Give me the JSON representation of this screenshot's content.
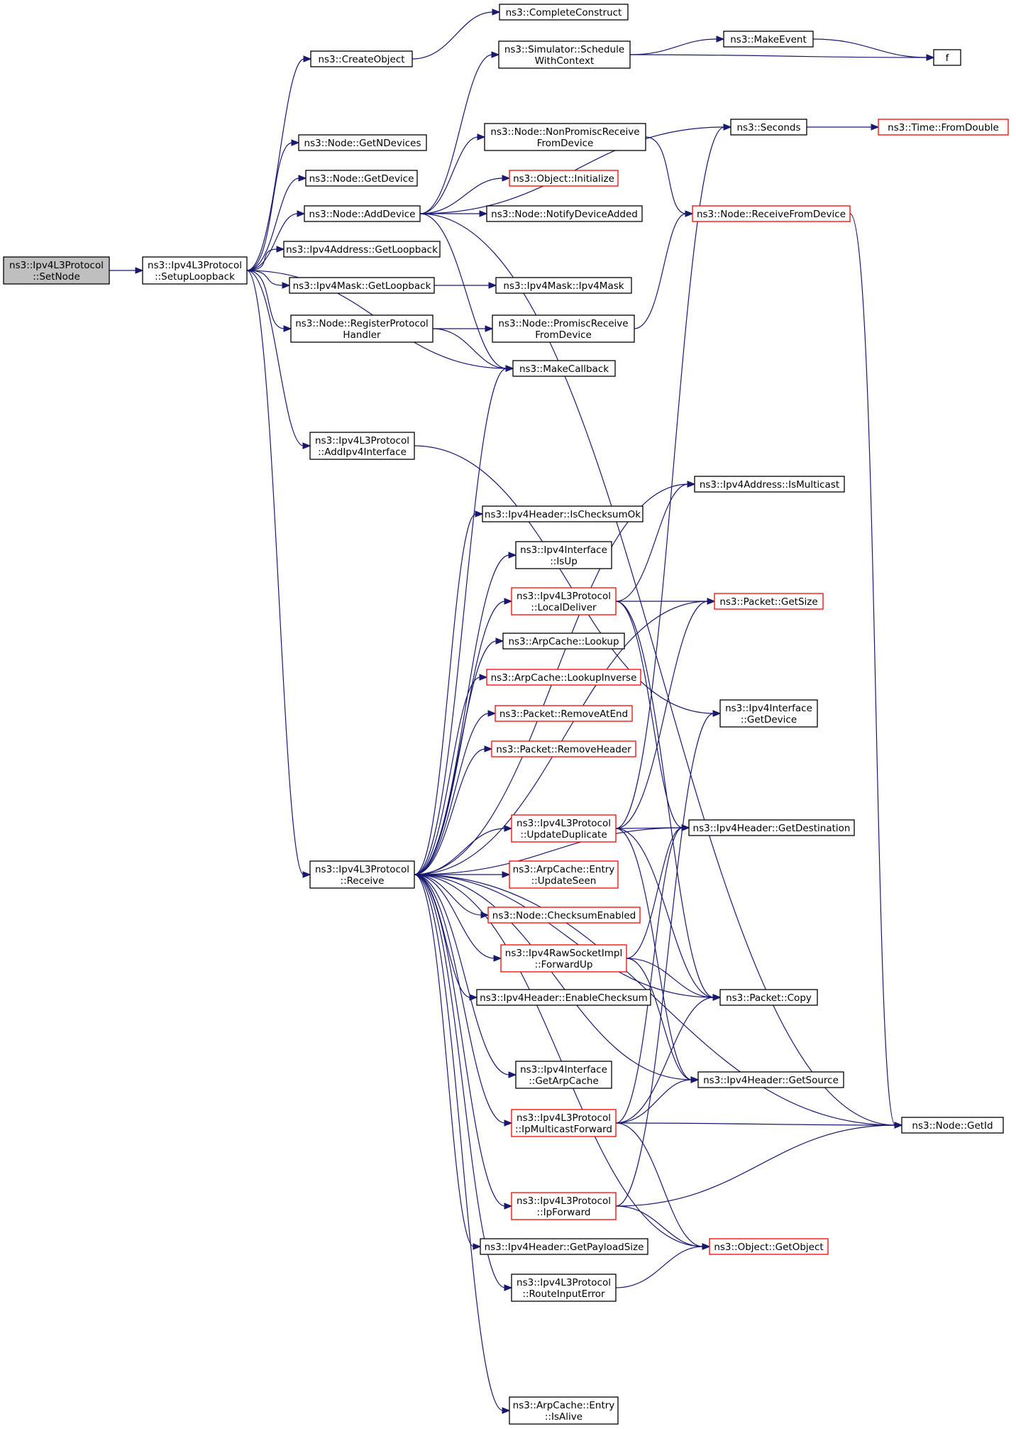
{
  "nodes": [
    {
      "id": "root",
      "lines": [
        "ns3::Ipv4L3Protocol",
        "::SetNode"
      ],
      "style": "root"
    },
    {
      "id": "setup",
      "lines": [
        "ns3::Ipv4L3Protocol",
        "::SetupLoopback"
      ],
      "style": "normal"
    },
    {
      "id": "createobj",
      "lines": [
        "ns3::CreateObject"
      ],
      "style": "normal"
    },
    {
      "id": "complete",
      "lines": [
        "ns3::CompleteConstruct"
      ],
      "style": "normal"
    },
    {
      "id": "schedule",
      "lines": [
        "ns3::Simulator::Schedule",
        "WithContext"
      ],
      "style": "normal"
    },
    {
      "id": "makeevent",
      "lines": [
        "ns3::MakeEvent"
      ],
      "style": "normal"
    },
    {
      "id": "f",
      "lines": [
        "f"
      ],
      "style": "normal"
    },
    {
      "id": "seconds",
      "lines": [
        "ns3::Seconds"
      ],
      "style": "normal"
    },
    {
      "id": "fromdouble",
      "lines": [
        "ns3::Time::FromDouble"
      ],
      "style": "red"
    },
    {
      "id": "getndev",
      "lines": [
        "ns3::Node::GetNDevices"
      ],
      "style": "normal"
    },
    {
      "id": "nonpromisc",
      "lines": [
        "ns3::Node::NonPromiscReceive",
        "FromDevice"
      ],
      "style": "normal"
    },
    {
      "id": "getdevice",
      "lines": [
        "ns3::Node::GetDevice"
      ],
      "style": "normal"
    },
    {
      "id": "objinit",
      "lines": [
        "ns3::Object::Initialize"
      ],
      "style": "red"
    },
    {
      "id": "adddevice",
      "lines": [
        "ns3::Node::AddDevice"
      ],
      "style": "normal"
    },
    {
      "id": "notify",
      "lines": [
        "ns3::Node::NotifyDeviceAdded"
      ],
      "style": "normal"
    },
    {
      "id": "recvfromdev",
      "lines": [
        "ns3::Node::ReceiveFromDevice"
      ],
      "style": "red"
    },
    {
      "id": "addrloop",
      "lines": [
        "ns3::Ipv4Address::GetLoopback"
      ],
      "style": "normal"
    },
    {
      "id": "maskloop",
      "lines": [
        "ns3::Ipv4Mask::GetLoopback"
      ],
      "style": "normal"
    },
    {
      "id": "maskctor",
      "lines": [
        "ns3::Ipv4Mask::Ipv4Mask"
      ],
      "style": "normal"
    },
    {
      "id": "reghandler",
      "lines": [
        "ns3::Node::RegisterProtocol",
        "Handler"
      ],
      "style": "normal"
    },
    {
      "id": "promisc",
      "lines": [
        "ns3::Node::PromiscReceive",
        "FromDevice"
      ],
      "style": "normal"
    },
    {
      "id": "makecb",
      "lines": [
        "ns3::MakeCallback"
      ],
      "style": "normal"
    },
    {
      "id": "addiface",
      "lines": [
        "ns3::Ipv4L3Protocol",
        "::AddIpv4Interface"
      ],
      "style": "normal"
    },
    {
      "id": "ismulti",
      "lines": [
        "ns3::Ipv4Address::IsMulticast"
      ],
      "style": "normal"
    },
    {
      "id": "checksumok",
      "lines": [
        "ns3::Ipv4Header::IsChecksumOk"
      ],
      "style": "normal"
    },
    {
      "id": "isup",
      "lines": [
        "ns3::Ipv4Interface",
        "::IsUp"
      ],
      "style": "normal"
    },
    {
      "id": "localdeliver",
      "lines": [
        "ns3::Ipv4L3Protocol",
        "::LocalDeliver"
      ],
      "style": "red"
    },
    {
      "id": "getsize",
      "lines": [
        "ns3::Packet::GetSize"
      ],
      "style": "red"
    },
    {
      "id": "lookup",
      "lines": [
        "ns3::ArpCache::Lookup"
      ],
      "style": "normal"
    },
    {
      "id": "lookupinv",
      "lines": [
        "ns3::ArpCache::LookupInverse"
      ],
      "style": "red"
    },
    {
      "id": "removeend",
      "lines": [
        "ns3::Packet::RemoveAtEnd"
      ],
      "style": "red"
    },
    {
      "id": "ifgetdev",
      "lines": [
        "ns3::Ipv4Interface",
        "::GetDevice"
      ],
      "style": "normal"
    },
    {
      "id": "removehdr",
      "lines": [
        "ns3::Packet::RemoveHeader"
      ],
      "style": "red"
    },
    {
      "id": "updatedup",
      "lines": [
        "ns3::Ipv4L3Protocol",
        "::UpdateDuplicate"
      ],
      "style": "red"
    },
    {
      "id": "getdest",
      "lines": [
        "ns3::Ipv4Header::GetDestination"
      ],
      "style": "normal"
    },
    {
      "id": "receive",
      "lines": [
        "ns3::Ipv4L3Protocol",
        "::Receive"
      ],
      "style": "normal"
    },
    {
      "id": "updateseen",
      "lines": [
        "ns3::ArpCache::Entry",
        "::UpdateSeen"
      ],
      "style": "red"
    },
    {
      "id": "checksumen",
      "lines": [
        "ns3::Node::ChecksumEnabled"
      ],
      "style": "red"
    },
    {
      "id": "forwardup",
      "lines": [
        "ns3::Ipv4RawSocketImpl",
        "::ForwardUp"
      ],
      "style": "red"
    },
    {
      "id": "enablecs",
      "lines": [
        "ns3::Ipv4Header::EnableChecksum"
      ],
      "style": "normal"
    },
    {
      "id": "copy",
      "lines": [
        "ns3::Packet::Copy"
      ],
      "style": "normal"
    },
    {
      "id": "getarp",
      "lines": [
        "ns3::Ipv4Interface",
        "::GetArpCache"
      ],
      "style": "normal"
    },
    {
      "id": "getsource",
      "lines": [
        "ns3::Ipv4Header::GetSource"
      ],
      "style": "normal"
    },
    {
      "id": "ipmcast",
      "lines": [
        "ns3::Ipv4L3Protocol",
        "::IpMulticastForward"
      ],
      "style": "red"
    },
    {
      "id": "getid",
      "lines": [
        "ns3::Node::GetId"
      ],
      "style": "normal"
    },
    {
      "id": "ipfwd",
      "lines": [
        "ns3::Ipv4L3Protocol",
        "::IpForward"
      ],
      "style": "red"
    },
    {
      "id": "payload",
      "lines": [
        "ns3::Ipv4Header::GetPayloadSize"
      ],
      "style": "normal"
    },
    {
      "id": "getobject",
      "lines": [
        "ns3::Object::GetObject"
      ],
      "style": "red"
    },
    {
      "id": "routeerr",
      "lines": [
        "ns3::Ipv4L3Protocol",
        "::RouteInputError"
      ],
      "style": "normal"
    },
    {
      "id": "isalive",
      "lines": [
        "ns3::ArpCache::Entry",
        "::IsAlive"
      ],
      "style": "normal"
    }
  ],
  "edges": [
    [
      "root",
      "setup"
    ],
    [
      "setup",
      "createobj"
    ],
    [
      "setup",
      "getndev"
    ],
    [
      "setup",
      "getdevice"
    ],
    [
      "setup",
      "adddevice"
    ],
    [
      "setup",
      "addrloop"
    ],
    [
      "setup",
      "maskloop"
    ],
    [
      "setup",
      "reghandler"
    ],
    [
      "setup",
      "makecb"
    ],
    [
      "setup",
      "addiface"
    ],
    [
      "setup",
      "receive"
    ],
    [
      "createobj",
      "complete"
    ],
    [
      "schedule",
      "makeevent"
    ],
    [
      "schedule",
      "f"
    ],
    [
      "makeevent",
      "f"
    ],
    [
      "seconds",
      "fromdouble"
    ],
    [
      "adddevice",
      "schedule"
    ],
    [
      "adddevice",
      "seconds"
    ],
    [
      "adddevice",
      "nonpromisc"
    ],
    [
      "adddevice",
      "objinit"
    ],
    [
      "adddevice",
      "notify"
    ],
    [
      "adddevice",
      "getid"
    ],
    [
      "adddevice",
      "makecb"
    ],
    [
      "nonpromisc",
      "recvfromdev"
    ],
    [
      "promisc",
      "recvfromdev"
    ],
    [
      "recvfromdev",
      "getid"
    ],
    [
      "maskloop",
      "maskctor"
    ],
    [
      "reghandler",
      "promisc"
    ],
    [
      "reghandler",
      "makecb"
    ],
    [
      "addiface",
      "ifgetdev"
    ],
    [
      "receive",
      "makecb"
    ],
    [
      "receive",
      "ismulti"
    ],
    [
      "receive",
      "getsize"
    ],
    [
      "receive",
      "checksumok"
    ],
    [
      "receive",
      "isup"
    ],
    [
      "receive",
      "localdeliver"
    ],
    [
      "receive",
      "lookup"
    ],
    [
      "receive",
      "lookupinv"
    ],
    [
      "receive",
      "removeend"
    ],
    [
      "receive",
      "removehdr"
    ],
    [
      "receive",
      "updatedup"
    ],
    [
      "receive",
      "getdest"
    ],
    [
      "receive",
      "updateseen"
    ],
    [
      "receive",
      "checksumen"
    ],
    [
      "receive",
      "forwardup"
    ],
    [
      "receive",
      "enablecs"
    ],
    [
      "receive",
      "copy"
    ],
    [
      "receive",
      "getarp"
    ],
    [
      "receive",
      "getsource"
    ],
    [
      "receive",
      "ipmcast"
    ],
    [
      "receive",
      "getid"
    ],
    [
      "receive",
      "ipfwd"
    ],
    [
      "receive",
      "payload"
    ],
    [
      "receive",
      "getobject"
    ],
    [
      "receive",
      "routeerr"
    ],
    [
      "receive",
      "isalive"
    ],
    [
      "localdeliver",
      "ismulti"
    ],
    [
      "localdeliver",
      "getsize"
    ],
    [
      "localdeliver",
      "getdest"
    ],
    [
      "localdeliver",
      "copy"
    ],
    [
      "updatedup",
      "seconds"
    ],
    [
      "updatedup",
      "getsize"
    ],
    [
      "updatedup",
      "getdest"
    ],
    [
      "updatedup",
      "copy"
    ],
    [
      "updatedup",
      "getsource"
    ],
    [
      "forwardup",
      "getdest"
    ],
    [
      "forwardup",
      "copy"
    ],
    [
      "forwardup",
      "getsource"
    ],
    [
      "ipmcast",
      "getdest"
    ],
    [
      "ipmcast",
      "copy"
    ],
    [
      "ipmcast",
      "getsource"
    ],
    [
      "ipmcast",
      "getid"
    ],
    [
      "ipmcast",
      "getobject"
    ],
    [
      "ipfwd",
      "ifgetdev"
    ],
    [
      "ipfwd",
      "getid"
    ],
    [
      "ipfwd",
      "getobject"
    ],
    [
      "routeerr",
      "getobject"
    ]
  ]
}
